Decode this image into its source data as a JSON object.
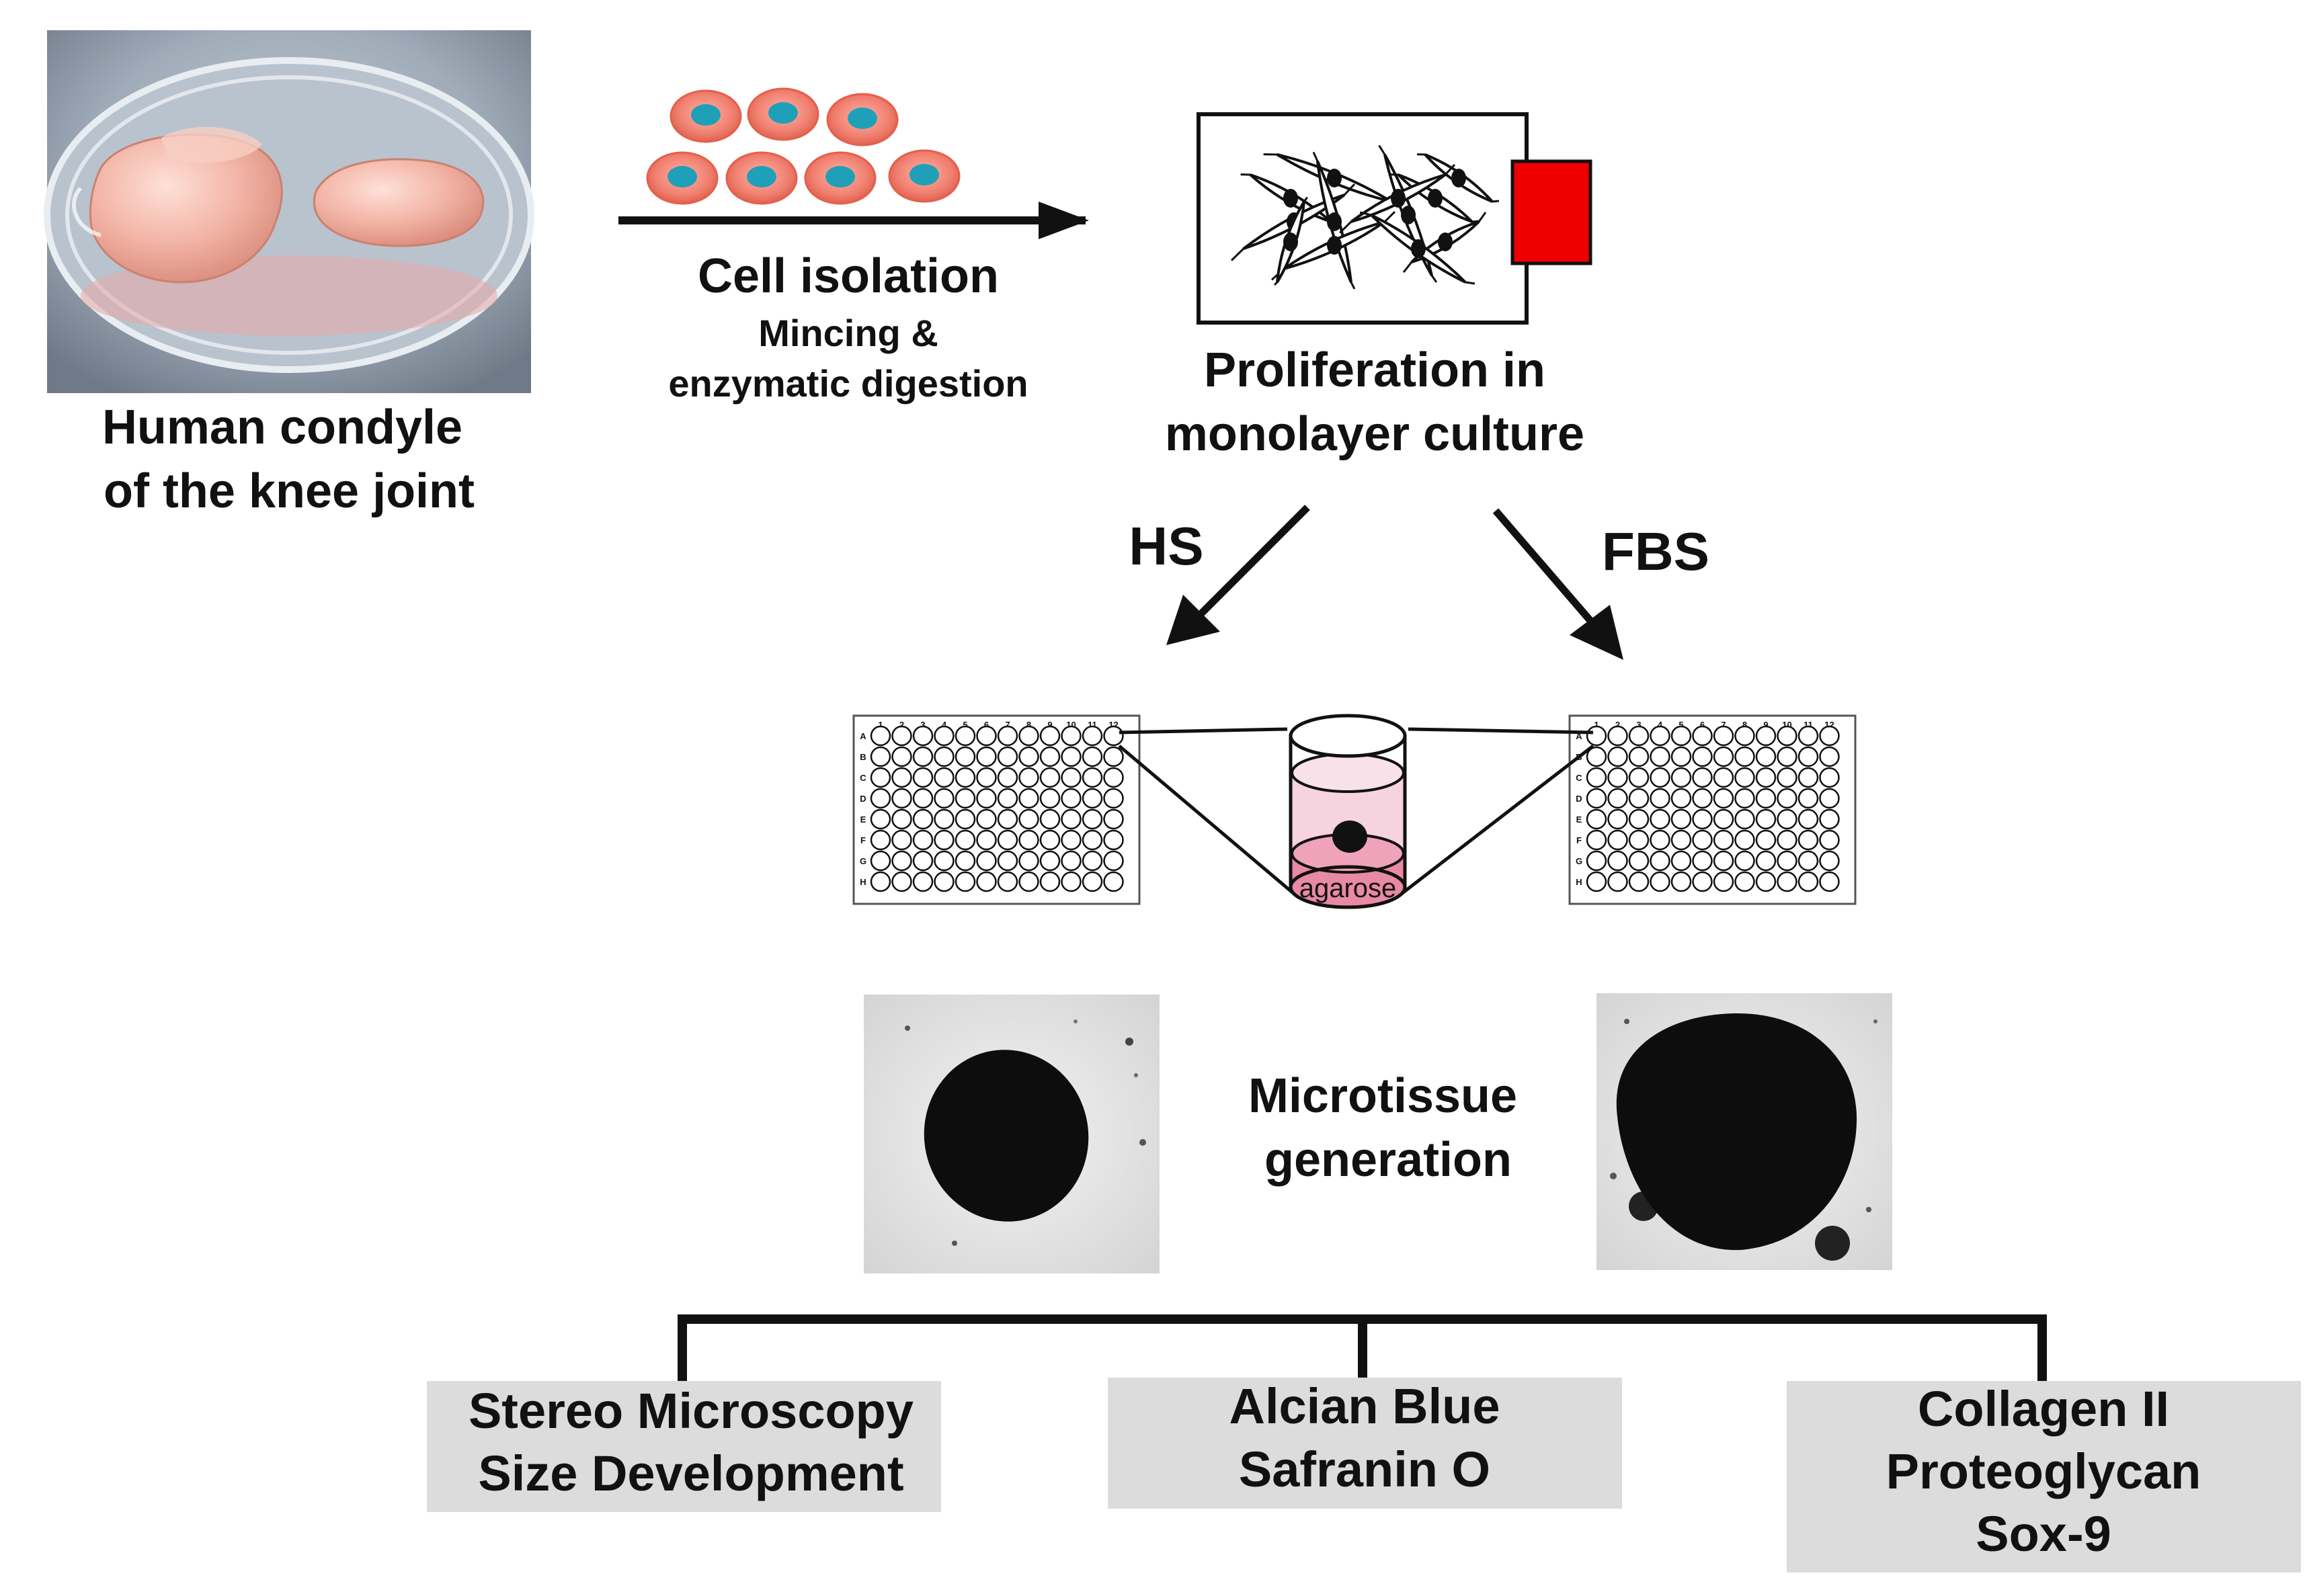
{
  "source": {
    "photo_caption_line1": "Human condyle",
    "photo_caption_line2": "of the knee joint"
  },
  "isolation": {
    "title": "Cell isolation",
    "subtitle_line1": "Mincing &",
    "subtitle_line2": "enzymatic digestion"
  },
  "culture": {
    "caption_line1": "Proliferation in",
    "caption_line2": "monolayer culture"
  },
  "branches": {
    "left": "HS",
    "right": "FBS"
  },
  "plate": {
    "columns": [
      "1",
      "2",
      "3",
      "4",
      "5",
      "6",
      "7",
      "8",
      "9",
      "10",
      "11",
      "12"
    ],
    "rows": [
      "A",
      "B",
      "C",
      "D",
      "E",
      "F",
      "G",
      "H"
    ]
  },
  "well": {
    "layer_label": "agarose"
  },
  "microtissue": {
    "caption_line1": "Microtissue",
    "caption_line2": "generation"
  },
  "analyses": [
    {
      "lines": [
        "Stereo Microscopy",
        "Size Development"
      ]
    },
    {
      "lines": [
        "Alcian Blue",
        "Safranin O"
      ]
    },
    {
      "lines": [
        "Collagen II",
        "Proteoglycan",
        "Sox-9"
      ]
    }
  ],
  "colors": {
    "cell_body": "#f08070",
    "cell_nucleus": "#1fa0b8",
    "flask_cap": "#ee0000",
    "box_fill": "#dcdcdc",
    "agarose_fill": "#e889a6",
    "medium_fill": "#f6d3df"
  }
}
